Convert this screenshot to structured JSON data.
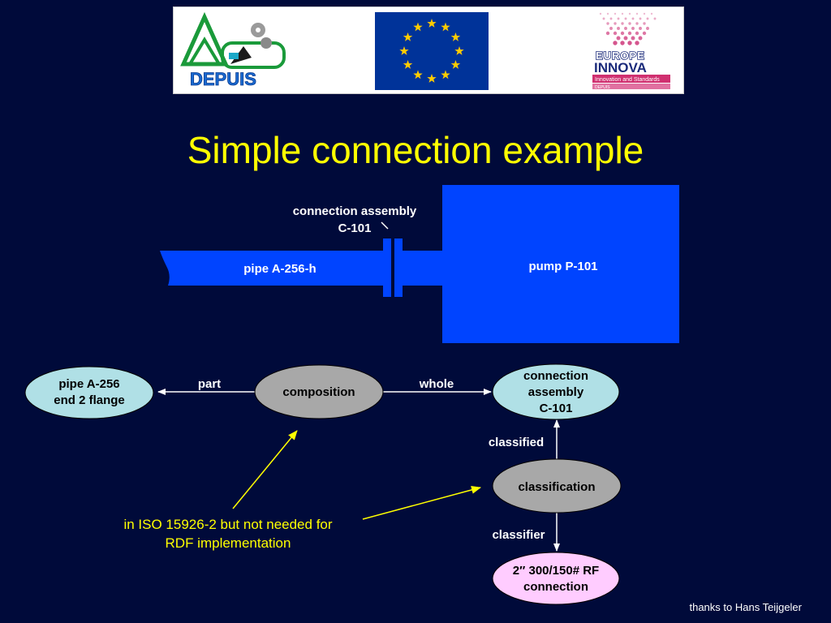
{
  "logos": {
    "depuis": {
      "text": "DEPUIS"
    },
    "eu_flag": {
      "stars": 12
    },
    "europe_innova": {
      "line1": "EUROPE",
      "line2": "INNOVA",
      "tagline": "Innovation and Standards",
      "sub": "DEPUIS"
    }
  },
  "title": "Simple connection example",
  "drawing": {
    "assembly_label_1": "connection assembly",
    "assembly_label_2": "C-101",
    "pipe_label": "pipe A-256-h",
    "pump_label": "pump P-101"
  },
  "nodes": {
    "pipe_end": {
      "line1": "pipe A-256",
      "line2": "end 2 flange"
    },
    "composition": {
      "label": "composition"
    },
    "assembly": {
      "line1": "connection",
      "line2": "assembly",
      "line3": "C-101"
    },
    "classification": {
      "label": "classification"
    },
    "rf_connection": {
      "line1": "2″ 300/150# RF",
      "line2": "connection"
    }
  },
  "edges": {
    "part": "part",
    "whole": "whole",
    "classified": "classified",
    "classifier": "classifier"
  },
  "note": {
    "line1": "in ISO 15926-2 but not needed for",
    "line2": "RDF implementation"
  },
  "credit": "thanks to Hans Teijgeler",
  "colors": {
    "background": "#000a3a",
    "title": "#ffff00",
    "pipe_blue": "#0044ff",
    "node_cyan": "#b0e0e6",
    "node_grey": "#a8a8a8",
    "node_pink": "#ffccff"
  }
}
